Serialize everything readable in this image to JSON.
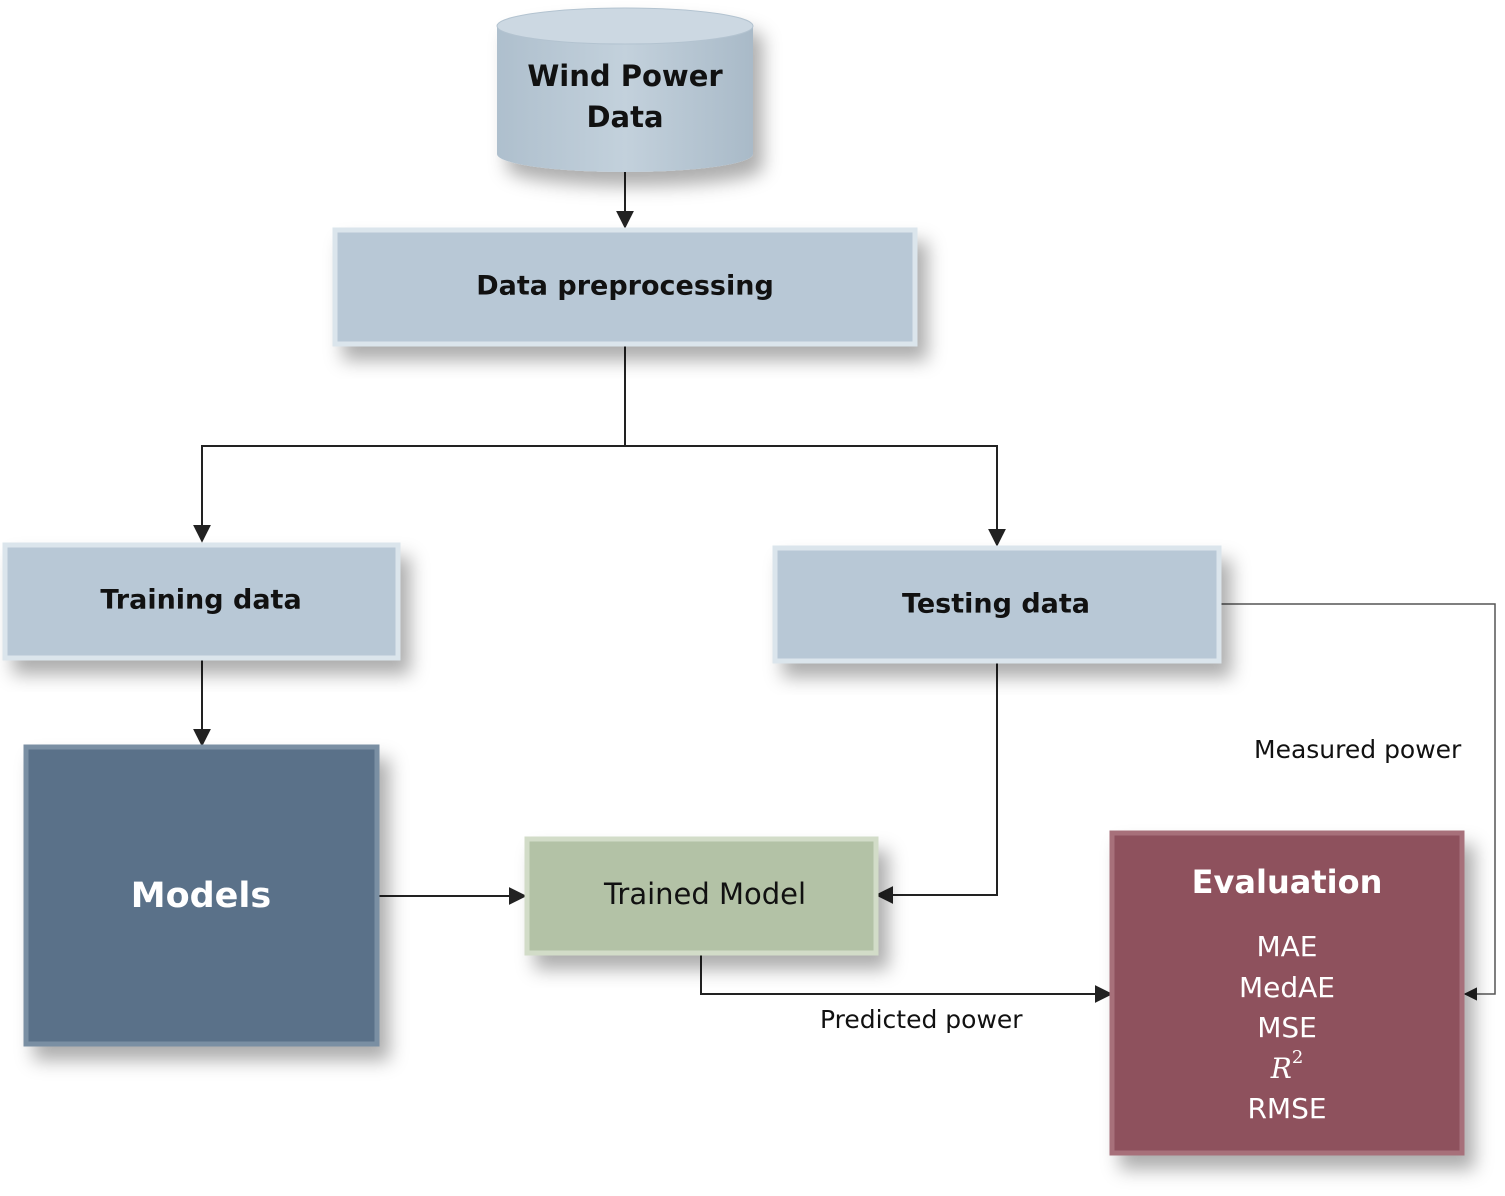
{
  "nodes": {
    "wind_power_data": {
      "line1": "Wind Power",
      "line2": "Data"
    },
    "data_preprocessing": {
      "label": "Data preprocessing"
    },
    "training_data": {
      "label": "Training data"
    },
    "testing_data": {
      "label": "Testing data"
    },
    "models": {
      "label": "Models"
    },
    "trained_model": {
      "label": "Trained Model"
    },
    "evaluation": {
      "title": "Evaluation",
      "metrics": [
        "MAE",
        "MedAE",
        "MSE",
        "R",
        "RMSE"
      ],
      "r_squared_exponent": "2"
    }
  },
  "edge_labels": {
    "measured_power": "Measured power",
    "predicted_power": "Predicted power"
  },
  "colors": {
    "box_blue_gray": "#b8c8d6",
    "models_fill": "#5a7189",
    "trained_model_fill": "#b3c2a6",
    "evaluation_fill": "#8e515d",
    "text_dark": "#111111",
    "text_light": "#ffffff",
    "connector": "#222222"
  }
}
